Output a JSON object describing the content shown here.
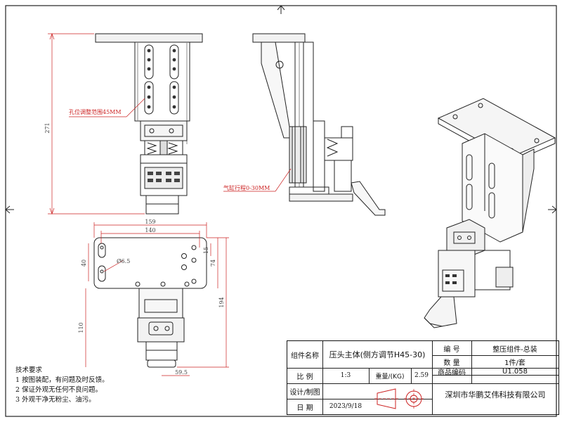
{
  "dimensions": {
    "height_271": "271",
    "hole_range": "孔位调整范围45MM",
    "cyl_stroke": "气缸行程0-30MM",
    "width_159": "159",
    "width_140": "140",
    "hole_dia": "Ø6.5",
    "dim_40": "40",
    "dim_15": "15",
    "dim_74": "74",
    "dim_194": "194",
    "dim_110": "110",
    "dim_59_5": "59.5"
  },
  "notes": {
    "title": "技术要求",
    "items": [
      "1  按图装配，有问题及时反馈。",
      "2  保证外观无任何不良问题。",
      "3  外观干净无粉尘、油污。"
    ]
  },
  "title_block": {
    "lbl_part": "组件名称",
    "val_part": "压头主体(侧方调节H45-30)",
    "lbl_num": "编    号",
    "val_num": "整压组件-总装",
    "lbl_qty": "数    量",
    "val_qty": "1件/套",
    "lbl_scale": "比    例",
    "val_scale": "1:3",
    "lbl_weight": "重量/(KG)",
    "val_weight": "2.59",
    "lbl_code": "商品编码",
    "val_code": "U1.058",
    "lbl_design": "设计/制图",
    "lbl_date": "日    期",
    "val_date": "2023/9/18",
    "company": "深圳市华鹏艾伟科技有限公司"
  }
}
